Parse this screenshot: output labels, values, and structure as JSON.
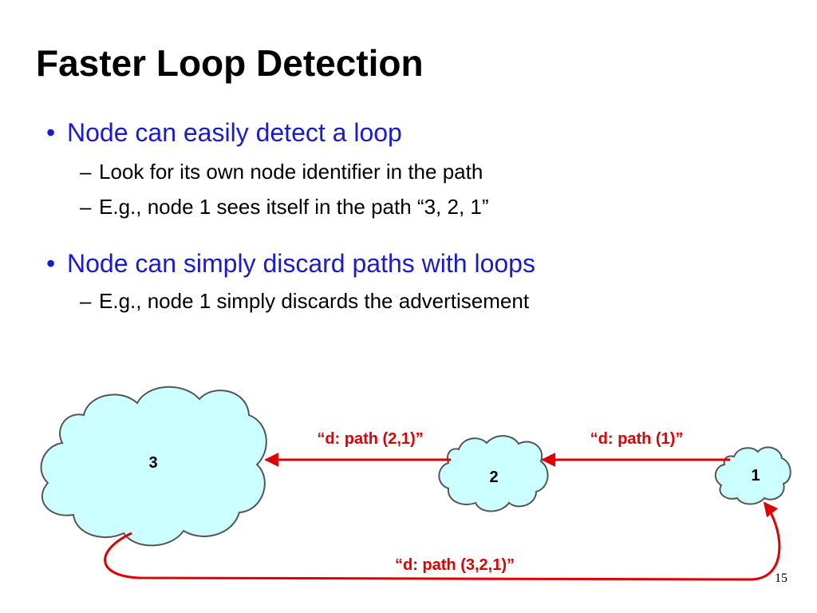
{
  "slide": {
    "title": "Faster Loop Detection",
    "page_number": "15"
  },
  "bullets": [
    {
      "text": "Node can easily detect a loop",
      "subs": [
        "Look for its own node identifier in the path",
        "E.g., node 1 sees itself in the path “3, 2, 1”"
      ]
    },
    {
      "text": "Node can simply discard paths with loops",
      "subs": [
        "E.g., node 1 simply discards the advertisement"
      ]
    }
  ],
  "diagram": {
    "nodes": [
      {
        "id": "3",
        "label": "3"
      },
      {
        "id": "2",
        "label": "2"
      },
      {
        "id": "1",
        "label": "1"
      }
    ],
    "edges": [
      {
        "from": "2",
        "to": "3",
        "label": "“d: path (2,1)”"
      },
      {
        "from": "1",
        "to": "2",
        "label": "“d: path (1)”"
      },
      {
        "from": "3",
        "to": "1",
        "label": "“d: path (3,2,1)”"
      }
    ],
    "colors": {
      "cloud_fill": "#ccffff",
      "cloud_stroke": "#555555",
      "arrow": "#e00000",
      "bullet_text": "#1a1ad0"
    }
  }
}
